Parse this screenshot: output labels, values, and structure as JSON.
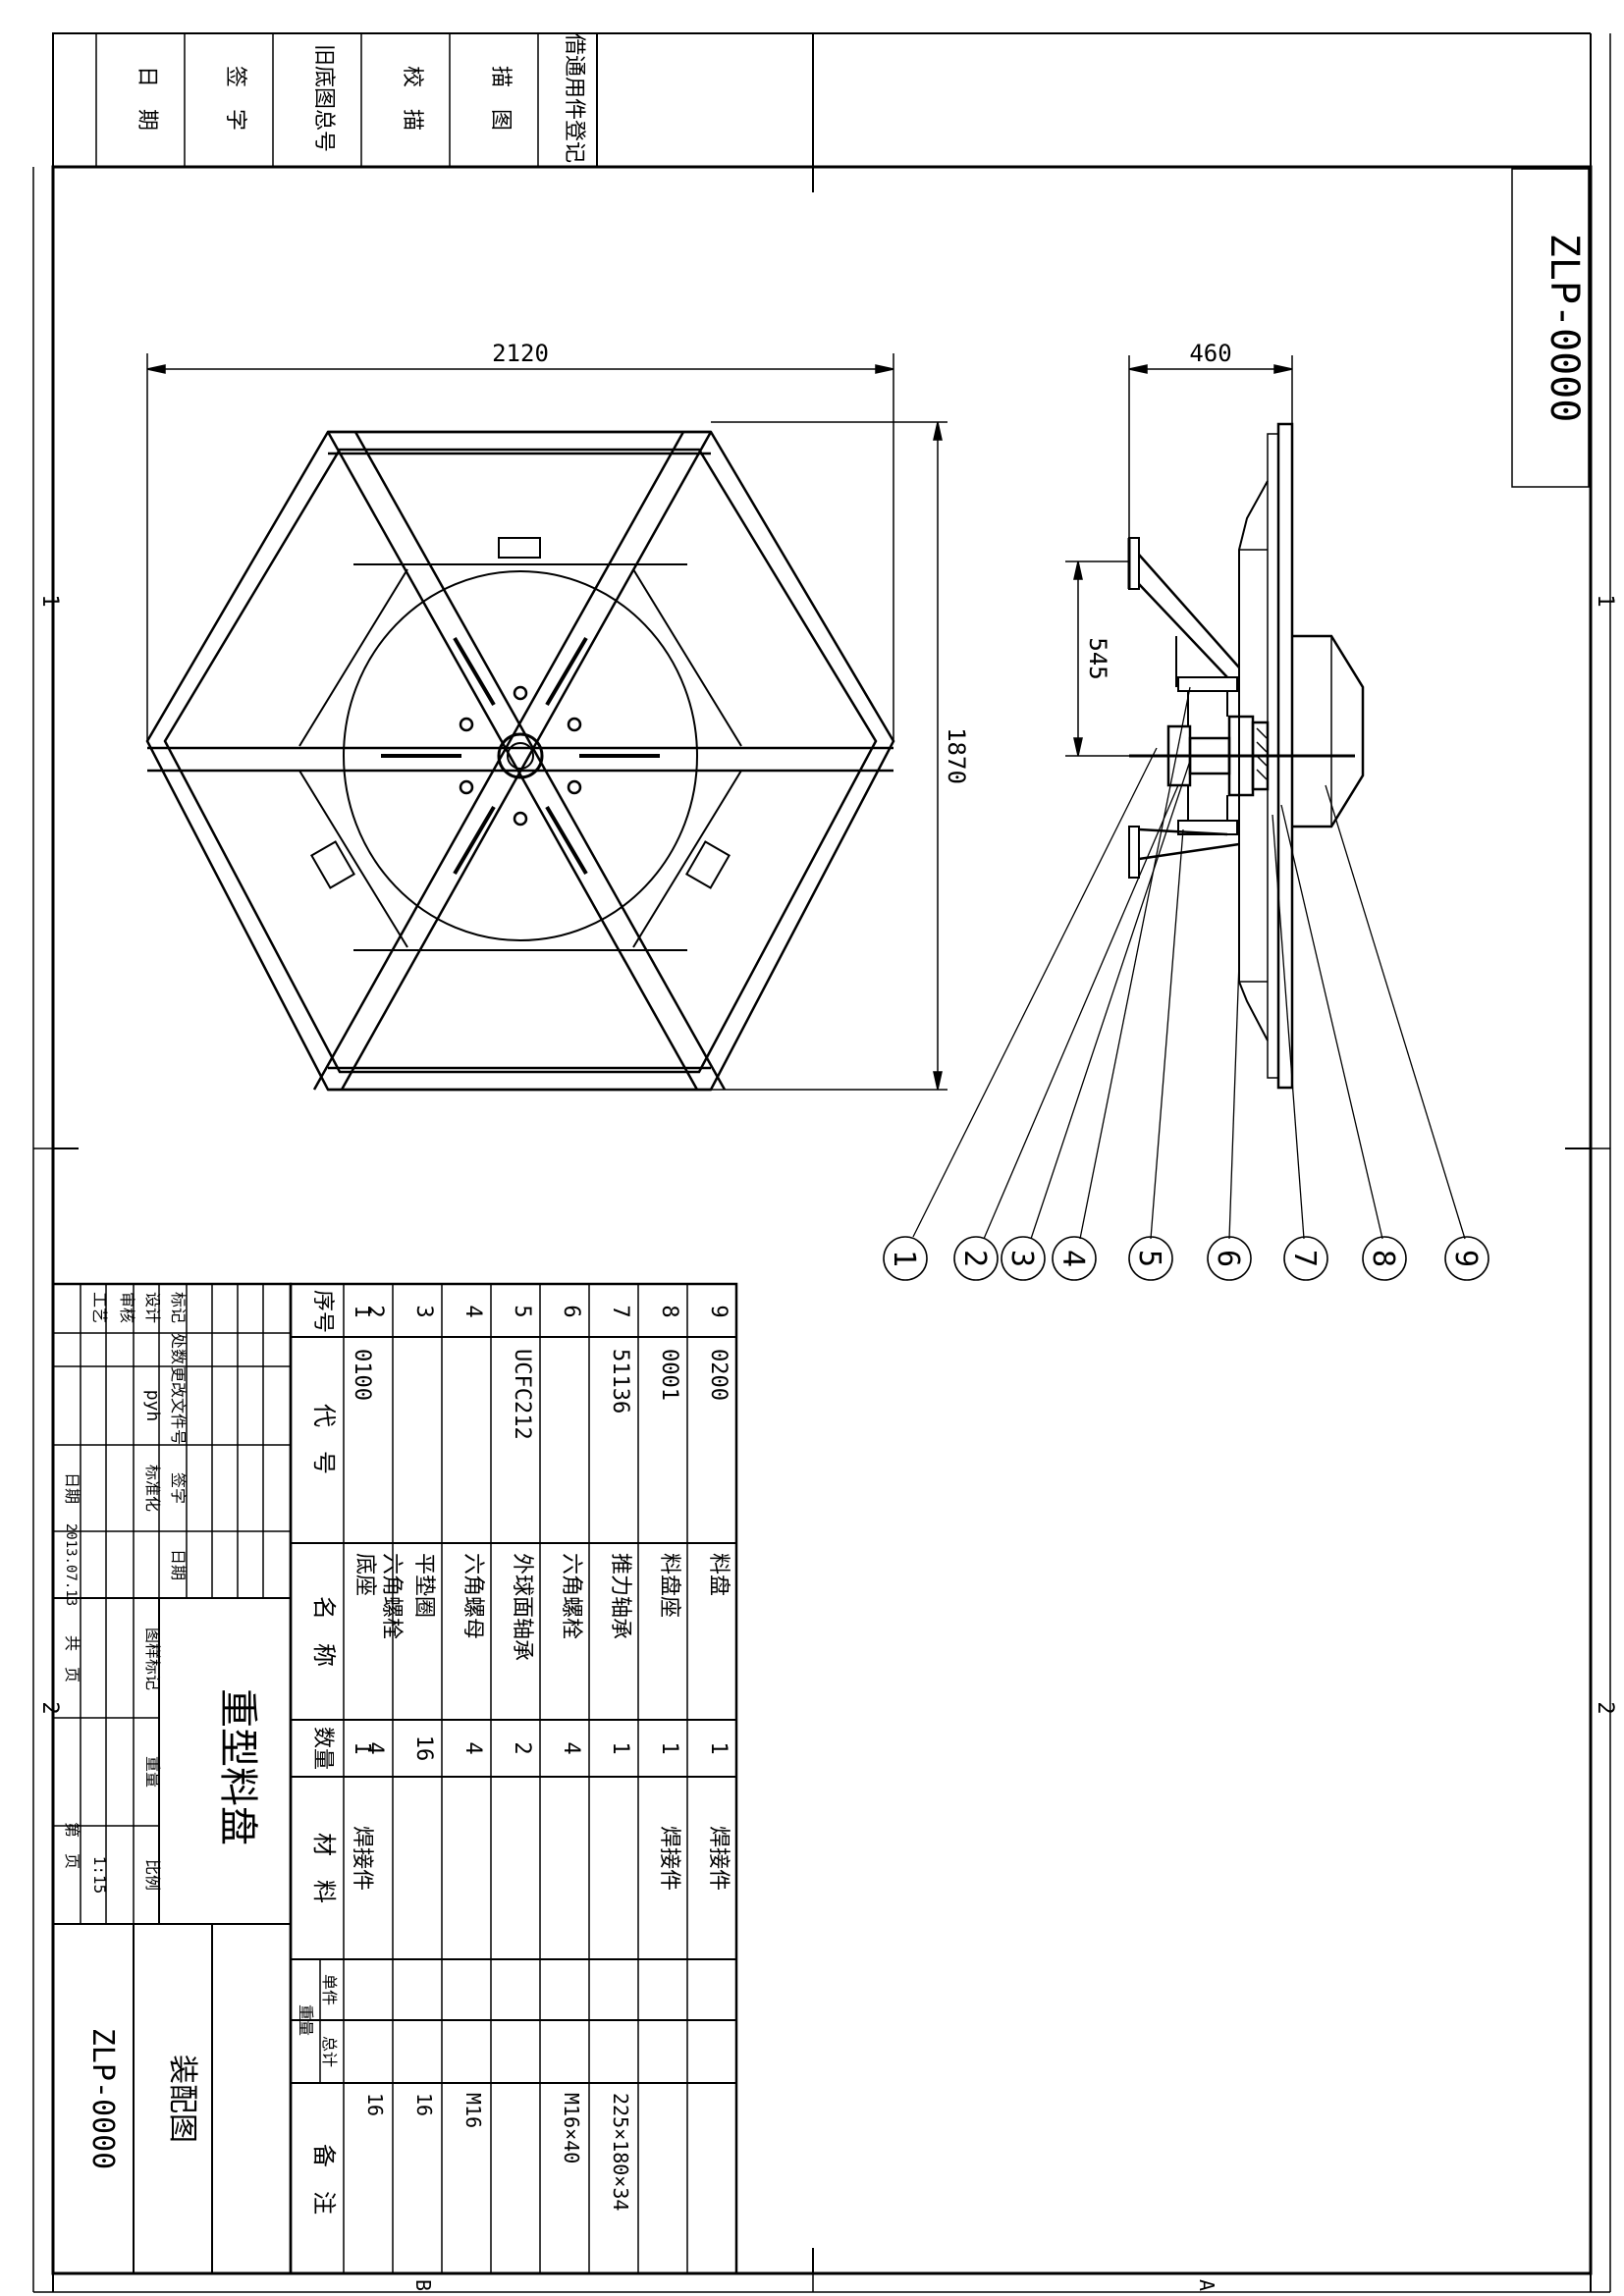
{
  "drawing": {
    "number": "ZLP-0000",
    "title": "重型料盘",
    "drawing_type": "装配图",
    "scale": "1:15",
    "designer": "pyh",
    "date": "2013.07.13",
    "standardized": "标准化"
  },
  "topleft_stamp": {
    "rows": [
      "借通用件登记",
      "描　图",
      "校　描",
      "旧底图总号",
      "签　字",
      "日　期"
    ]
  },
  "border_marks": {
    "row_1": "1",
    "row_2": "2",
    "col_a": "A",
    "col_b": "B"
  },
  "dimensions": {
    "width": "2120",
    "height": "1870",
    "side_width": "460",
    "side_height": "545"
  },
  "balloons": [
    "1",
    "2",
    "3",
    "4",
    "5",
    "6",
    "7",
    "8",
    "9"
  ],
  "bom": {
    "headers": {
      "seq": "序号",
      "code": "代　号",
      "name": "名　称",
      "qty": "数量",
      "material": "材　料",
      "unit_weight": "单件",
      "total_weight": "总计",
      "weight": "重量",
      "remark": "备　注"
    },
    "rows": [
      {
        "seq": "9",
        "code": "0200",
        "name": "料盘",
        "qty": "1",
        "material": "焊接件",
        "remark": ""
      },
      {
        "seq": "8",
        "code": "0001",
        "name": "料盘座",
        "qty": "1",
        "material": "焊接件",
        "remark": ""
      },
      {
        "seq": "7",
        "code": "51136",
        "name": "推力轴承",
        "qty": "1",
        "material": "",
        "remark": "225×180×34"
      },
      {
        "seq": "6",
        "code": "",
        "name": "六角螺栓",
        "qty": "4",
        "material": "",
        "remark": "M16×40"
      },
      {
        "seq": "5",
        "code": "UCFC212",
        "name": "外球面轴承",
        "qty": "2",
        "material": "",
        "remark": ""
      },
      {
        "seq": "4",
        "code": "",
        "name": "六角螺母",
        "qty": "4",
        "material": "",
        "remark": "M16"
      },
      {
        "seq": "3",
        "code": "",
        "name": "平垫圈",
        "qty": "16",
        "material": "",
        "remark": "16"
      },
      {
        "seq": "2",
        "code": "",
        "name": "六角螺栓",
        "qty": "4",
        "material": "",
        "remark": "16"
      },
      {
        "seq": "1",
        "code": "0100",
        "name": "底座",
        "qty": "1",
        "material": "焊接件",
        "remark": ""
      }
    ]
  },
  "title_block": {
    "mark": "标记",
    "count": "处数",
    "change_doc": "更改文件号",
    "sign": "签字",
    "date_label": "日期",
    "design": "设计",
    "review": "审核",
    "process": "工艺",
    "drawing_mark": "图样标记",
    "weight": "重量",
    "scale_label": "比例",
    "total_sheets": "共　页",
    "sheet_no": "第　页",
    "date_row": "日期"
  }
}
